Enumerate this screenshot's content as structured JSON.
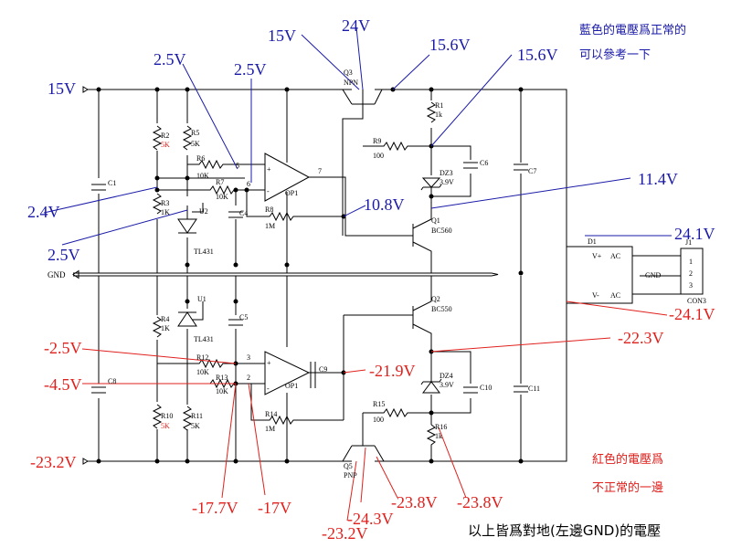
{
  "notes": {
    "blue_line1": "藍色的電壓爲正常的",
    "blue_line2": "可以參考一下",
    "red_line1": "紅色的電壓爲",
    "red_line2": "不正常的一邊",
    "footer": "以上皆爲對地(左邊GND)的電壓"
  },
  "rails": {
    "pos": "15V",
    "neg": "-23.2V",
    "gnd": "GND"
  },
  "voltages_blue": {
    "q3_base": "15V",
    "q3_collector": "24V",
    "q3_emitter": "15.6V",
    "r1_node": "15.6V",
    "op1_pin5": "2.5V",
    "op1_pin6": "2.5V",
    "r3_node": "2.4V",
    "u2_ref": "2.5V",
    "op1_out": "10.8V",
    "dz3_node": "11.4V",
    "d1_pos": "24.1V"
  },
  "voltages_red": {
    "op2_pin3": "-2.5V",
    "op2_pin2": "-4.5V",
    "op2_out": "-21.9V",
    "dz4_node": "-22.3V",
    "d1_neg": "-24.1V",
    "r14_node": "-17.7V",
    "pin2_node": "-17V",
    "q5_emitter": "-23.8V",
    "r16_node": "-23.8V",
    "q5_collector": "-24.3V",
    "q5_base": "-23.2V"
  },
  "components": {
    "R1": "R1",
    "R1v": "1k",
    "R2": "R2",
    "R2v": "5K",
    "R3": "R3",
    "R3v": "1K",
    "R4": "R4",
    "R4v": "1K",
    "R5": "R5",
    "R5v": "5K",
    "R6": "R6",
    "R6v": "10K",
    "R7": "R7",
    "R7v": "10K",
    "R8": "R8",
    "R8v": "1M",
    "R9": "R9",
    "R9v": "100",
    "R10": "R10",
    "R10v": "5K",
    "R11": "R11",
    "R11v": "5K",
    "R12": "R12",
    "R12v": "10K",
    "R13": "R13",
    "R13v": "10K",
    "R14": "R14",
    "R14v": "1M",
    "R15": "R15",
    "R15v": "100",
    "R16": "R16",
    "R16v": "1k",
    "C1": "C1",
    "C4": "C4",
    "C5": "C5",
    "C6": "C6",
    "C7": "C7",
    "C8": "C8",
    "C9": "C9",
    "C10": "C10",
    "C11": "C11",
    "U1": "U1",
    "U1t": "TL431",
    "U2": "U2",
    "U2t": "TL431",
    "OP1a": "OP1",
    "OP1b": "OP1",
    "DZ3": "DZ3",
    "DZ3v": "3.9V",
    "DZ4": "DZ4",
    "DZ4v": "3.9V",
    "Q1": "Q1",
    "Q1t": "BC560",
    "Q2": "Q2",
    "Q2t": "BC550",
    "Q3": "Q3",
    "Q3t": "NPN",
    "Q5": "Q5",
    "Q5t": "PNP",
    "D1": "D1",
    "D1p": "V+",
    "D1n": "V-",
    "AC1": "AC",
    "AC2": "AC",
    "J1": "J1",
    "J1t": "CON3",
    "J1g": "GND",
    "J1p1": "1",
    "J1p2": "2",
    "J1p3": "3",
    "pin5": "5",
    "pin6": "6",
    "pin7": "7",
    "pin3": "3",
    "pin2": "2",
    "plus": "+",
    "minus": "-"
  }
}
